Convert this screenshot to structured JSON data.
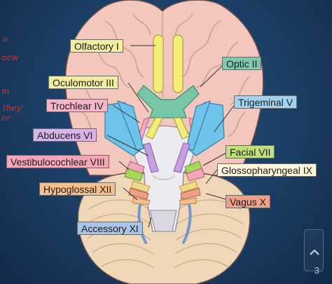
{
  "diagram": {
    "labels": {
      "olfactory": "Olfactory I",
      "optic": "Optic II",
      "oculomotor": "Oculomotor III",
      "trochlear": "Trochlear IV",
      "trigeminal": "Trigeminal V",
      "abducens": "Abducens VI",
      "facial": "Facial VII",
      "vestibulocochlear": "Vestibulocochlear VIII",
      "glossopharyngeal": "Glossopharyngeal IX",
      "vagus": "Vagus X",
      "accessory": "Accessory XI",
      "hypoglossal": "Hypoglossal XII"
    },
    "label_colors": {
      "olfactory": "#f2ee9e",
      "optic": "#7fc7ae",
      "oculomotor": "#f2ee9e",
      "trochlear": "#f4b7c9",
      "trigeminal": "#9fd3f0",
      "abducens": "#d7b4e6",
      "facial": "#bfe07d",
      "vestibulocochlear": "#f4a7b9",
      "glossopharyngeal": "#fff6dc",
      "vagus": "#f0a088",
      "accessory": "#a9c6e8",
      "hypoglossal": "#f7c08a"
    },
    "handwriting": [
      "o",
      "ᴑcw",
      "m",
      "they'",
      "or"
    ],
    "page_number": "3"
  }
}
